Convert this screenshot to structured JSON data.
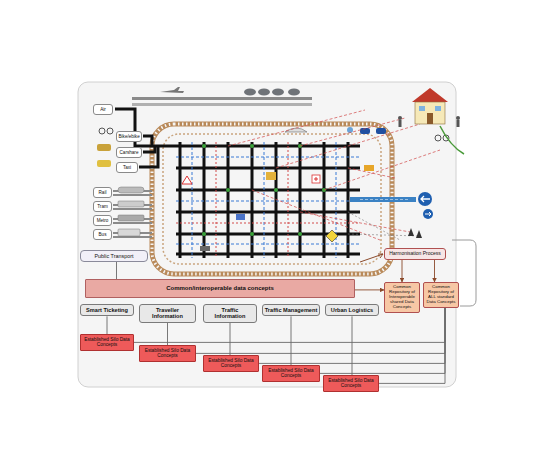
{
  "diagram": {
    "nodes": [
      {
        "text": [
          "Air"
        ]
      },
      {
        "text": [
          "Bike/ebike"
        ]
      },
      {
        "text": [
          "Carshare"
        ]
      },
      {
        "text": [
          "Taxi"
        ]
      },
      {
        "text": [
          "Rail"
        ]
      },
      {
        "text": [
          "Tram"
        ]
      },
      {
        "text": [
          "Metro"
        ]
      },
      {
        "text": [
          "Bus"
        ]
      },
      {
        "text": [
          "Public Transport"
        ]
      },
      {
        "text": [
          "Common/interoperable data concepts"
        ]
      },
      {
        "text": [
          "Smart Ticketing"
        ]
      },
      {
        "text": [
          "Traveller Information"
        ]
      },
      {
        "text": [
          "Traffic Information"
        ]
      },
      {
        "text": [
          "Traffic Management"
        ]
      },
      {
        "text": [
          "Urban Logistics"
        ]
      },
      {
        "text": [
          "Established Silo Data Concepts"
        ]
      },
      {
        "text": [
          "Established Silo Data Concepts"
        ]
      },
      {
        "text": [
          "Established Silo Data Concepts"
        ]
      },
      {
        "text": [
          "Established Silo Data Concepts"
        ]
      },
      {
        "text": [
          "Established Silo Data Concepts"
        ]
      },
      {
        "text": [
          "Harmonisation Process"
        ]
      },
      {
        "text": [
          "Common Repository of Interoperable shared Data Concepts"
        ]
      },
      {
        "text": [
          "Common Repository of ALL standard Data Concepts"
        ]
      }
    ],
    "edges": [
      {
        "from": 8,
        "to": 9,
        "arrow": "none"
      },
      {
        "from": 10,
        "to": 15,
        "arrow": "none"
      },
      {
        "from": 11,
        "to": 16,
        "arrow": "none"
      },
      {
        "from": 12,
        "to": 17,
        "arrow": "none"
      },
      {
        "from": 13,
        "to": 18,
        "arrow": "none"
      },
      {
        "from": 14,
        "to": 19,
        "arrow": "none"
      },
      {
        "from": 15,
        "to": 22,
        "arrow": "none"
      },
      {
        "from": 16,
        "to": 22,
        "arrow": "none"
      },
      {
        "from": 17,
        "to": 22,
        "arrow": "none"
      },
      {
        "from": 18,
        "to": 22,
        "arrow": "none"
      },
      {
        "from": 19,
        "to": 22,
        "arrow": "none"
      },
      {
        "from": 9,
        "to": 21,
        "arrow": "to"
      },
      {
        "from": 20,
        "to": 21,
        "arrow": "to"
      },
      {
        "from": 20,
        "to": 22,
        "arrow": "to"
      }
    ]
  }
}
